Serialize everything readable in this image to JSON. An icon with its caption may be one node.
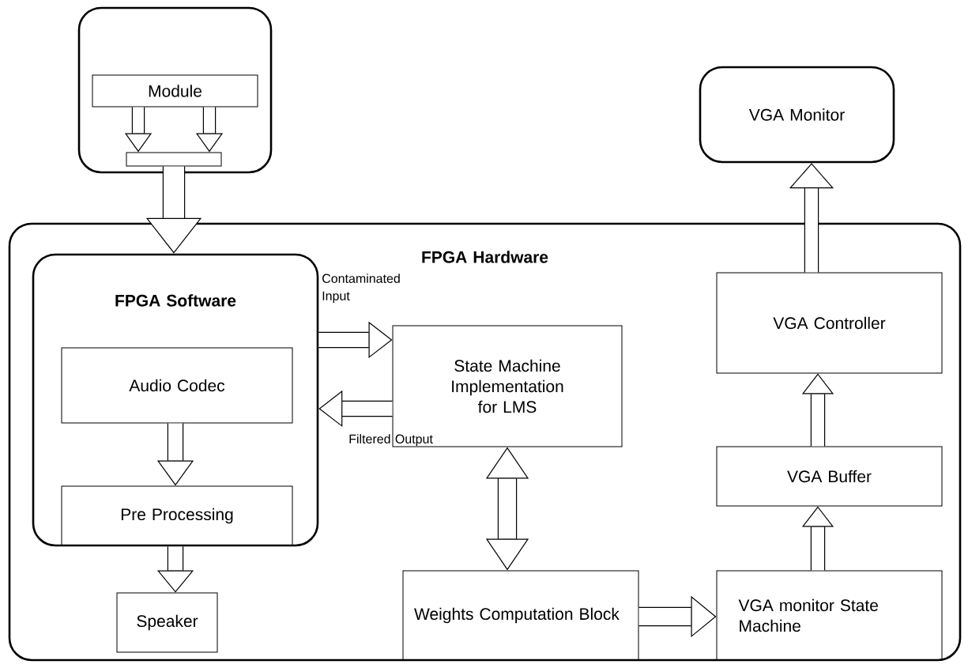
{
  "diagram": {
    "nodes": [
      {
        "text": [],
        "shape": "box"
      },
      {
        "text": [
          "Module"
        ],
        "in": 0
      },
      {
        "text": [],
        "shape": "bar",
        "in": 0
      },
      {
        "text": [
          "VGA Monitor"
        ]
      },
      {
        "text": [
          "FPGA Hardware"
        ]
      },
      {
        "text": [
          "FPGA Software"
        ],
        "in": 4
      },
      {
        "text": [
          "Audio Codec"
        ],
        "in": 5
      },
      {
        "text": [
          "Pre Processing"
        ],
        "in": 5
      },
      {
        "text": [
          "Speaker"
        ],
        "in": 4
      },
      {
        "text": [
          "State Machine Implementation for LMS"
        ],
        "in": 4
      },
      {
        "text": [
          "Weights Computation Block"
        ],
        "in": 4
      },
      {
        "text": [
          "VGA Controller"
        ],
        "in": 4
      },
      {
        "text": [
          "VGA Buffer"
        ],
        "in": 4
      },
      {
        "text": [
          "VGA monitor State Machine"
        ],
        "in": 4
      }
    ],
    "edges": [
      {
        "from": 1,
        "to": 2,
        "arrow": "to"
      },
      {
        "from": 1,
        "to": 2,
        "arrow": "to"
      },
      {
        "from": 2,
        "to": 5,
        "arrow": "to"
      },
      {
        "from": 5,
        "to": 9,
        "arrow": "to",
        "label": "Contaminated Input"
      },
      {
        "from": 9,
        "to": 5,
        "arrow": "to",
        "label": "Filtered Output"
      },
      {
        "from": 6,
        "to": 7,
        "arrow": "to"
      },
      {
        "from": 5,
        "to": 8,
        "arrow": "to"
      },
      {
        "from": 9,
        "to": 10,
        "arrow": "both"
      },
      {
        "from": 10,
        "to": 13,
        "arrow": "to"
      },
      {
        "from": 13,
        "to": 12,
        "arrow": "to"
      },
      {
        "from": 12,
        "to": 11,
        "arrow": "to"
      },
      {
        "from": 11,
        "to": 3,
        "arrow": "to"
      }
    ]
  }
}
